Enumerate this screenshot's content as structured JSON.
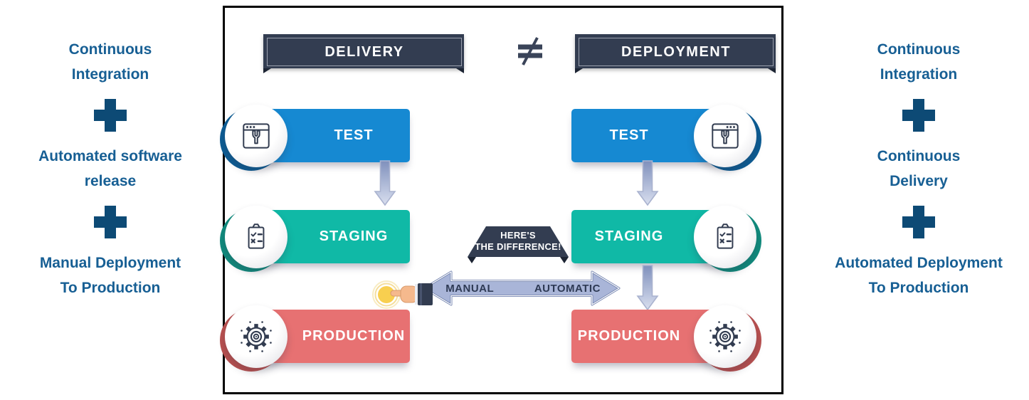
{
  "annotations": {
    "left": {
      "items": [
        {
          "line1": "Continuous",
          "line2": "Integration"
        },
        {
          "line1": "Automated software",
          "line2": "release"
        },
        {
          "line1": "Manual Deployment",
          "line2": "To Production"
        }
      ]
    },
    "right": {
      "items": [
        {
          "line1": "Continuous",
          "line2": "Integration"
        },
        {
          "line1": "Continuous",
          "line2": "Delivery"
        },
        {
          "line1": "Automated Deployment",
          "line2": "To Production"
        }
      ]
    }
  },
  "pipeline": {
    "not_equal_symbol": "≠",
    "delivery": {
      "header": "DELIVERY",
      "stages": [
        {
          "label": "TEST",
          "icon": "browser-wrench-icon",
          "color": "#1689d2"
        },
        {
          "label": "STAGING",
          "icon": "clipboard-checklist-icon",
          "color": "#10b9a6"
        },
        {
          "label": "PRODUCTION",
          "icon": "gear-icon",
          "color": "#e77172"
        }
      ]
    },
    "deployment": {
      "header": "DEPLOYMENT",
      "stages": [
        {
          "label": "TEST",
          "icon": "browser-wrench-icon",
          "color": "#1689d2"
        },
        {
          "label": "STAGING",
          "icon": "clipboard-checklist-icon",
          "color": "#10b9a6"
        },
        {
          "label": "PRODUCTION",
          "icon": "gear-icon",
          "color": "#e77172"
        }
      ]
    },
    "difference_callout": {
      "line1": "HERE'S",
      "line2": "THE DIFFERENCE!"
    },
    "arrow_labels": {
      "manual": "MANUAL",
      "automatic": "AUTOMATIC"
    },
    "hand_icon": "hand-pressing-button-icon"
  },
  "colors": {
    "annotation_text": "#175f94",
    "plus_sign": "#0d4a75",
    "banner_navy": "#333d51",
    "test_blue": "#1689d2",
    "staging_teal": "#10b9a6",
    "production_red": "#e77172",
    "arrow_fill": "#a9b5d8",
    "arrow_border": "#7081ad",
    "icon_stroke": "#323c50"
  }
}
